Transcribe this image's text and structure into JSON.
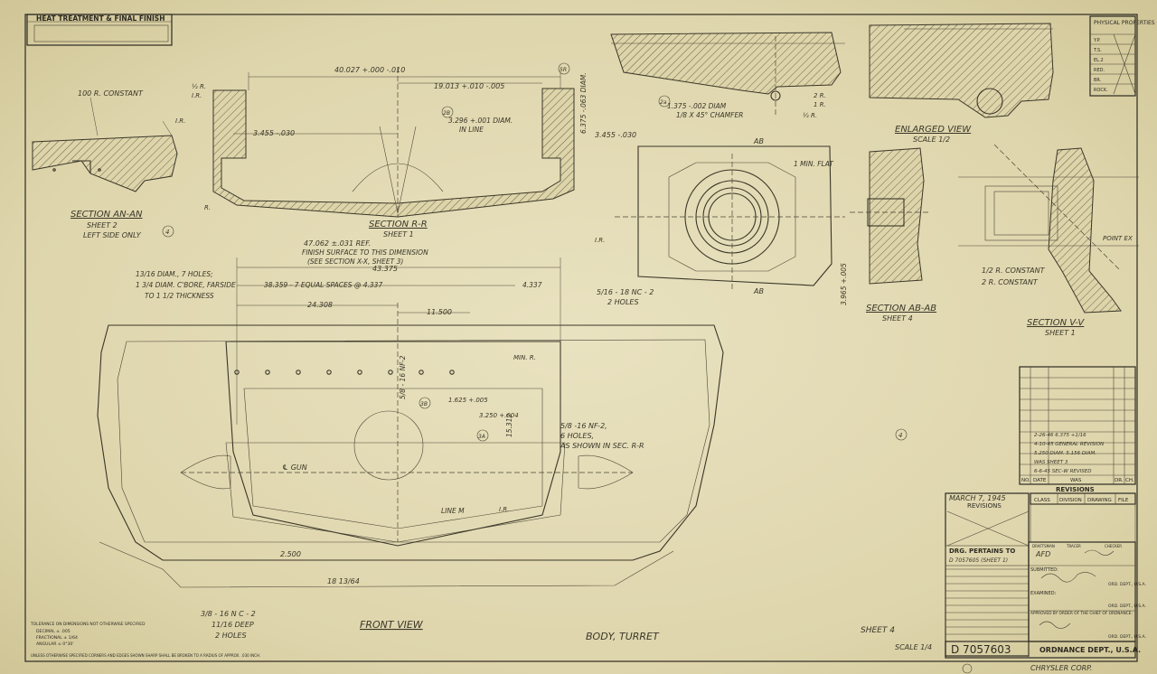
{
  "title_block": {
    "heat_treatment": "HEAT TREATMENT & FINAL FINISH",
    "physical_properties": "PHYSICAL PROPERTIES",
    "pp_rows": [
      "Y.P.",
      "T.S.",
      "EL.2",
      "RED.",
      "BR.",
      "ROCK."
    ],
    "revisions_heading": "REVISIONS",
    "revisions_cols": [
      "NO.",
      "DATE",
      "WAS",
      "DR.",
      "CH."
    ],
    "revision_entries": [
      "2-26-46  6.375 +1/16",
      "4-10-45 GENERAL REVISION",
      "5.250 DIAM. 5.156 DIAM.",
      "WAS SHEET 3",
      "6-6-45 SEC-W REVISED"
    ],
    "class_cols": [
      "CLASS",
      "DIVISION",
      "DRAWING",
      "FILE"
    ],
    "date_stamp": "MARCH 7, 1945",
    "revisions_label": "REVISIONS",
    "pertains_to": "DRG. PERTAINS TO",
    "pertains_value": "D 7057605 (SHEET 1)",
    "draftsman_label": "DRAFTSMAN",
    "tracer_label": "TRACER",
    "checker_label": "CHECKER",
    "draftsman_initials": "AFD",
    "submitted": "SUBMITTED:",
    "examined": "EXAMINED:",
    "ord_dept": "ORD. DEPT., U.S.A.",
    "approved": "APPROVED BY ORDER OF THE CHIEF OF ORDNANCE:",
    "drawing_number": "D  7057603",
    "ordnance": "ORDNANCE DEPT., U.S.A.",
    "chrysler": "CHRYSLER CORP.",
    "sheet": "SHEET 4",
    "scale": "SCALE 1/4",
    "title": "BODY, TURRET",
    "tolerance_note": [
      "TOLERANCE ON DIMENSIONS NOT OTHERWISE SPECIFIED",
      "DECIMAL ± .005",
      "FRACTIONAL ± 1/64",
      "ANGULAR ± 0°30'",
      "UNLESS OTHERWISE SPECIFIED CORNERS AND EDGES SHOWN SHARP SHALL BE BROKEN TO A RADIUS OF APPROX. .030 INCH."
    ]
  },
  "views": {
    "section_an": "SECTION AN-AN",
    "section_an_sub1": "SHEET 2",
    "section_an_sub2": "LEFT SIDE ONLY",
    "section_rr": "SECTION R-R",
    "section_rr_sub": "SHEET 1",
    "section_ab": "SECTION AB-AB",
    "section_ab_sub": "SHEET 4",
    "section_vv": "SECTION V-V",
    "section_vv_sub": "SHEET 1",
    "enlarged": "ENLARGED VIEW",
    "enlarged_scale": "SCALE 1/2",
    "front_view": "FRONT VIEW"
  },
  "annotations": {
    "r100": "100 R. CONSTANT",
    "d40027": "40.027 +.000 -.010",
    "d19013": "19.013 +.010 -.005",
    "d3455a": "3.455 -.030",
    "d3455b": "3.455 -.030",
    "d3296": "3.296 +.001 DIAM.",
    "inline": "IN LINE",
    "d6375": "6.375 -.063 DIAM.",
    "d1375": "1.375 -.002 DIAM",
    "chamfer": "1/8 X 45° CHAMFER",
    "minflat": "1 MIN. FLAT",
    "ab": "AB",
    "d47062": "47.062 ±.031 REF.",
    "finish1": "FINISH SURFACE TO THIS DIMENSION",
    "finish2": "(SEE SECTION X-X, SHEET 3)",
    "d43375": "43.375",
    "diam7": "13/16 DIAM., 7 HOLES;",
    "cbore": "1 3/4 DIAM. C'BORE, FARSIDE",
    "thick": "TO 1 1/2 THICKNESS",
    "d38359": "38.359 - 7 EQUAL SPACES @ 4.337",
    "d4337": "4.337",
    "d24308": "24.308",
    "d11500": "11.500",
    "minr": "MIN. R.",
    "d1625": "1.625 +.005",
    "d3250": "3.250 +.004",
    "d15312": "15.312",
    "nf16": "5/8 - 16 NF-2",
    "nf16b": "5/8 -16 NF-2,",
    "six_holes": "6 HOLES,",
    "as_shown": "AS SHOWN IN SEC. R-R",
    "gun": "℄ GUN",
    "line_m": "LINE M",
    "ir": "I.R.",
    "d2500": "2.500",
    "d18": "18 13/64",
    "nc16": "3/8 - 16 N C - 2",
    "deep": "11/16 DEEP",
    "two_holes": "2 HOLES",
    "nc18": "5/16 - 18 NC - 2",
    "two_holes_b": "2 HOLES",
    "d3965": "3.965 +.005",
    "rconst": "1/2 R. CONSTANT",
    "rconst2": "2 R. CONSTANT",
    "point": "POINT EX",
    "one_r": "1 R."
  },
  "colors": {
    "paper": "#e3dbb3",
    "ink": "#2d2a22",
    "stain": "#cfc596"
  }
}
